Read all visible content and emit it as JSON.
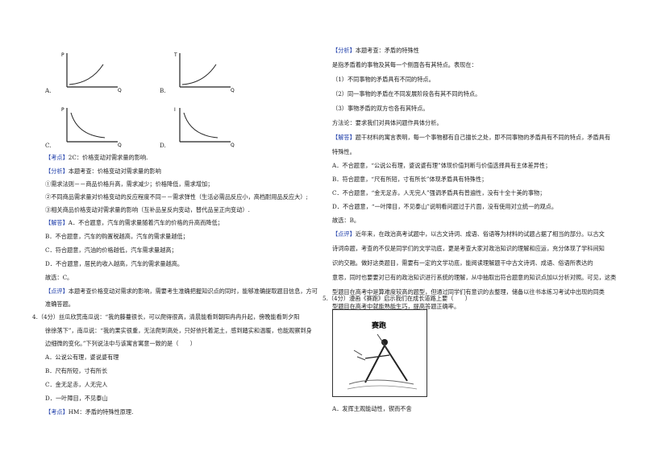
{
  "left": {
    "graphs": [
      {
        "letter": "A.",
        "y_axis": "P",
        "x_axis": "Q",
        "shape": "rising"
      },
      {
        "letter": "B.",
        "y_axis": "T",
        "x_axis": "Q",
        "shape": "rising"
      },
      {
        "letter": "C.",
        "y_axis": "P",
        "x_axis": "Q",
        "shape": "falling"
      },
      {
        "letter": "D.",
        "y_axis": "I",
        "x_axis": "Q",
        "shape": "falling"
      }
    ],
    "q3_kaodian_tag": "【考点】",
    "q3_kaodian": "2C：价格变动对需求量的影响.",
    "q3_fenxi_tag": "【分析】",
    "q3_fenxi": "本题考查：价格变动对需求量的影响",
    "q3_lines": [
      "①需求法则－－商品价格升高，需求减少；价格降低，需求增加；",
      "②不同商品需求量对价格变动的反应程度不同－－需求弹性（生活必需品反应小，高档耐用品反应大）;",
      "③相关商品价格变动对需求量的影响（互补品呈反向变动，替代品呈正向变动）."
    ],
    "q3_jieda_tag": "【解答】",
    "q3_jieda": "A．不合题意，汽车的需求量随着汽车的价格的升高而降低；",
    "q3_opts": [
      "B．不合题意，汽车的购置税越高，汽车的需求量越低；",
      "C．符合题意，汽油的价格越低，汽车需求量越高；",
      "D．不合题意，居民的收入越高，汽车的需求量越高。",
      "故选：C。"
    ],
    "q3_dianping_tag": "【点评】",
    "q3_dianping": "本题考查价格变动对需求的影响，需要考生准确把握知识点的同时，能够准确提取题目信息，方可",
    "q3_dianping2": "准确答题。",
    "q4_stem": [
      "4.（4分）丝瓜欣赏南瓜说：“我的藤蔓很长，可以爬得很高，清晨能看到朝阳冉冉升起，傍晚能看到夕阳",
      "徐徐落下”，南瓜说：“我的果实很重，无法爬到高处，只好依托着泥土，感到踏实和温暖，也能观察到身",
      "边细微的变化。”下列说法中与该寓言寓意一致的是（　　）"
    ],
    "q4_options": [
      "A．公说公有理，婆说婆有理",
      "B．尺有所短，寸有所长",
      "C．金无足赤，人无完人",
      "D．一叶障目，不见泰山"
    ],
    "q4_kaodian_tag": "【考点】",
    "q4_kaodian": "HM：矛盾的特殊性原理."
  },
  "right": {
    "fenxi_tag": "【分析】",
    "fenxi": "本题考查：矛盾的特殊性",
    "lines1": [
      "是指矛盾着的事物及其每一个侧面各有其特点。表现在：",
      "（1）不同事物的矛盾具有不同的特点。",
      "（2）同一事物的矛盾在不同发展阶段各有其不同的特点。",
      "（3）事物矛盾的双方也各有其特点。",
      "方法论：要求我们对具体问题作具体分析。"
    ],
    "jieda_tag": "【解答】",
    "jieda": "题干材料的寓言表明，每一个事物都有自己擅长之处，即不同事物的矛盾具有不同的特点，矛盾具有",
    "lines2": [
      "特殊性。",
      "A．不合题意，“公说公有理，婆说婆有理”体现价值判断与价值选择具有主体差异性；",
      "B．符合题意，“尺有所短，寸有所长”体现矛盾具有特殊性；",
      "C．不合题意，“金无足赤，人无完人”强调矛盾具有普遍性，没有十全十美的事物；",
      "D．不合题意，“一叶障目，不见泰山”说明看问题过于片面，没有使用对立统一的观点。",
      "故选：B。"
    ],
    "dianping_tag": "【点评】",
    "dianping": "近年来，在政治高考试题中，以古文诗词、成语、俗语等为材料的试题占据了相当的部分。以古文",
    "lines3": [
      "诗词命题，考查的不仅是同学们的文学功底，更是考查大家对政治知识的理解和应运，充分体现了学科间知",
      "识的交融。做好这类题目，需要有一定的文学功底，能阅读理解题干中古文诗词、成语、俗语所表达的",
      "意思，同时也要要对已有的政治知识进行系统的理解，从中抽取出符合题意的知识点加以分析对照。可见，这类",
      "型题目在高考中是算难度较高的题型，但通过同学们有意识的去整理，储备以往书本练习考试中出现的同类",
      "型题目在高考中就能熟能生巧，提高答题正确率。"
    ],
    "q5_stem": "5.（4分）漫画《赛跑》启示我们在成长道路上要（　　）",
    "cartoon_title": "赛跑",
    "q5_optA": "A．发挥主观能动性，锲而不舍"
  }
}
